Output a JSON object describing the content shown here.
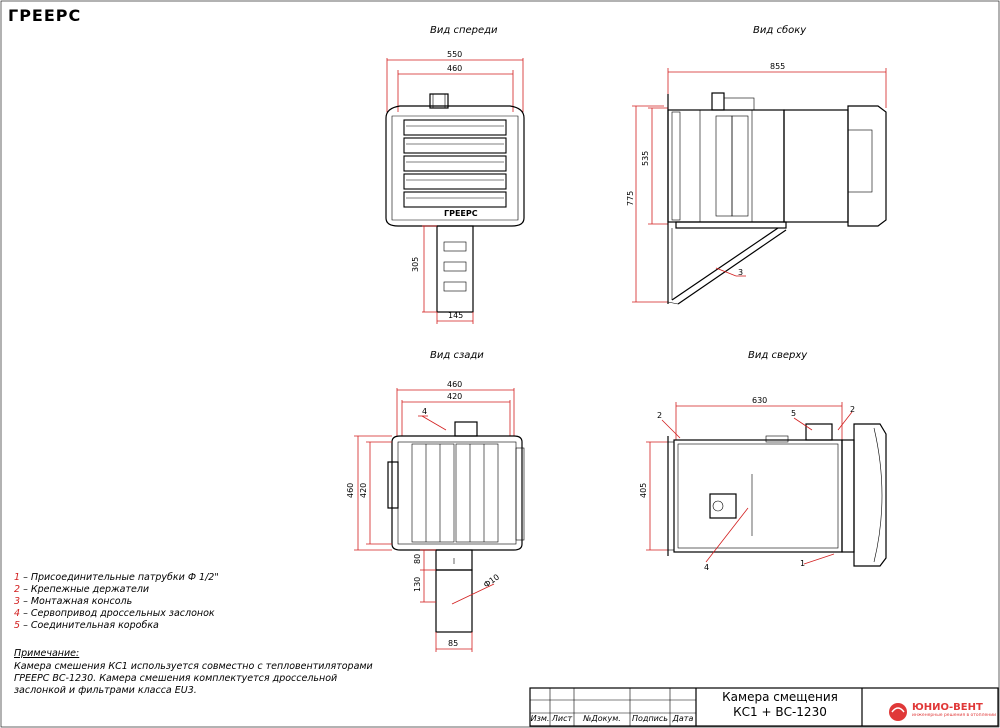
{
  "brand": "ГРЕЕРС",
  "views": {
    "front": "Вид спереди",
    "side": "Вид сбоку",
    "back": "Вид сзади",
    "top": "Вид сверху"
  },
  "dimensions": {
    "front_550": "550",
    "front_460": "460",
    "front_305": "305",
    "front_145": "145",
    "side_855": "855",
    "side_535": "535",
    "side_775": "775",
    "back_460": "460",
    "back_420": "420",
    "back_h460": "460",
    "back_h420": "420",
    "back_80": "80",
    "back_130": "130",
    "back_phi10": "Ф10",
    "back_85": "85",
    "top_630": "630",
    "top_405": "405"
  },
  "callouts": {
    "c1": "1",
    "c2a": "2",
    "c2b": "2",
    "c3": "3",
    "c4a": "4",
    "c4b": "4",
    "c5": "5"
  },
  "unit_label": "ГРЕЕРС",
  "legend": [
    {
      "num": "1",
      "text": " – Присоединительные патрубки Ф 1/2\""
    },
    {
      "num": "2",
      "text": " – Крепежные держатели"
    },
    {
      "num": "3",
      "text": " – Монтажная консоль"
    },
    {
      "num": "4",
      "text": " – Сервопривод дроссельных заслонок"
    },
    {
      "num": "5",
      "text": " – Соединительная коробка"
    }
  ],
  "note": {
    "title": "Примечание:",
    "text": "Камера смешения КС1 используется совместно с тепловентиляторами ГРЕЕРС ВС-1230. Камера смешения комплектуется дроссельной заслонкой и фильтрами класса EU3."
  },
  "title_block": {
    "line1": "Камера смещения",
    "line2": "КС1 + ВС-1230",
    "cols": [
      "Изм.",
      "Лист",
      "№Докум.",
      "Подпись",
      "Дата"
    ],
    "logo_name": "ЮНИО-ВЕНТ",
    "logo_sub": "инженерные решения в отоплении"
  }
}
